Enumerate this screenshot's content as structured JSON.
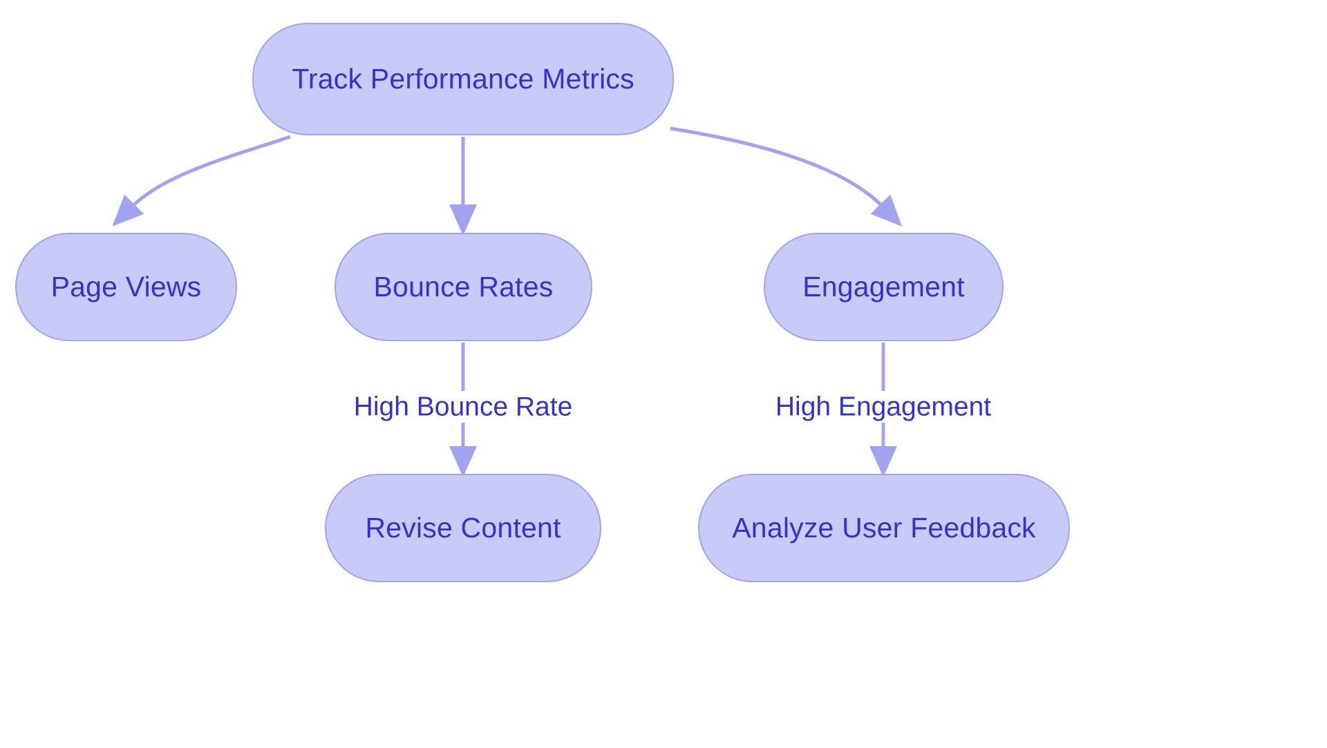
{
  "diagram": {
    "type": "flowchart",
    "direction": "top-down",
    "background_color": "#ffffff",
    "node_fill_color": "#c8cbf8",
    "node_border_color": "#9fa3f0",
    "node_text_color": "#3333cc",
    "edge_color": "#9fa3f0",
    "edge_label_text_color": "#3333cc",
    "nodes": [
      {
        "id": "root",
        "label": "Track Performance Metrics",
        "shape": "stadium"
      },
      {
        "id": "pageviews",
        "label": "Page Views",
        "shape": "stadium"
      },
      {
        "id": "bounce",
        "label": "Bounce Rates",
        "shape": "stadium"
      },
      {
        "id": "engagement",
        "label": "Engagement",
        "shape": "stadium"
      },
      {
        "id": "revise",
        "label": "Revise Content",
        "shape": "stadium"
      },
      {
        "id": "feedback",
        "label": "Analyze User Feedback",
        "shape": "stadium"
      }
    ],
    "edges": [
      {
        "from": "root",
        "to": "pageviews",
        "label": ""
      },
      {
        "from": "root",
        "to": "bounce",
        "label": ""
      },
      {
        "from": "root",
        "to": "engagement",
        "label": ""
      },
      {
        "from": "bounce",
        "to": "revise",
        "label": "High Bounce Rate"
      },
      {
        "from": "engagement",
        "to": "feedback",
        "label": "High Engagement"
      }
    ],
    "edge_labels": {
      "high_bounce_rate": "High Bounce Rate",
      "high_engagement": "High Engagement"
    }
  }
}
